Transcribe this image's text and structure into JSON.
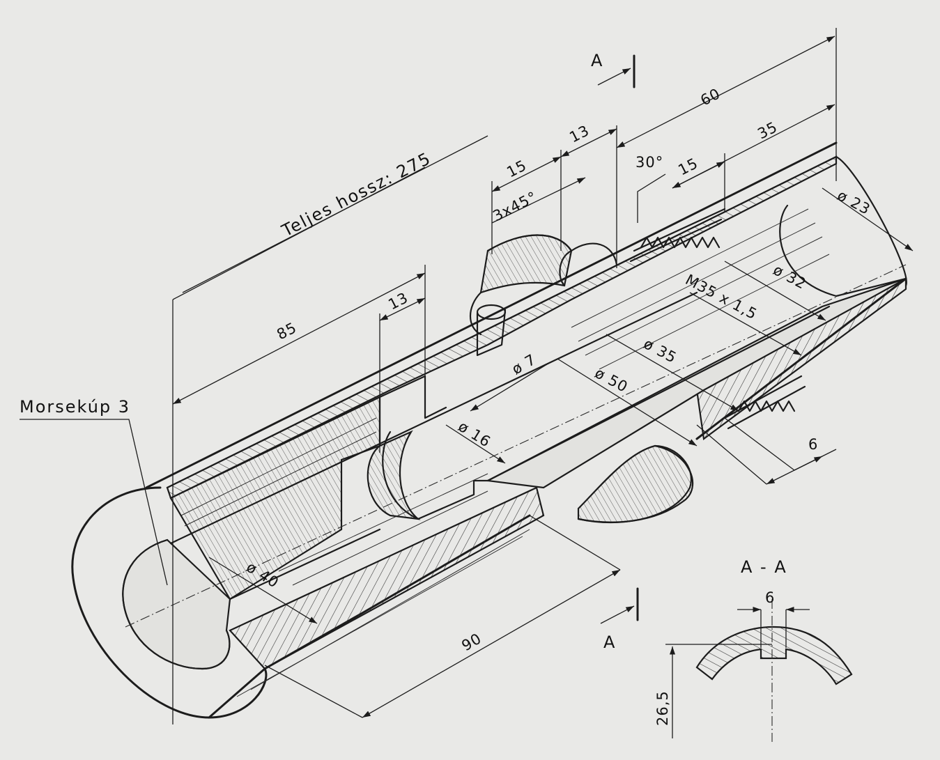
{
  "labels": {
    "total_length": "Teljes hossz: 275",
    "morse_taper": "Morsekúp 3",
    "section_marker_top": "A",
    "section_marker_bottom": "A",
    "section_title": "A - A"
  },
  "dimensions": {
    "d60": "60",
    "d35": "35",
    "d15_top": "15",
    "d13_top": "13",
    "d15_thread": "15",
    "chamfer": "3x45°",
    "angle30": "30°",
    "d85": "85",
    "d13_mid": "13",
    "dia23": "ø 23",
    "dia32": "ø 32",
    "thread": "M35 x 1,5",
    "dia35": "ø 35",
    "dia50": "ø 50",
    "dia7": "ø 7",
    "dia16": "ø 16",
    "dia40": "ø 40",
    "d90": "90",
    "d6": "6",
    "section_d6": "6",
    "section_h": "26,5"
  }
}
